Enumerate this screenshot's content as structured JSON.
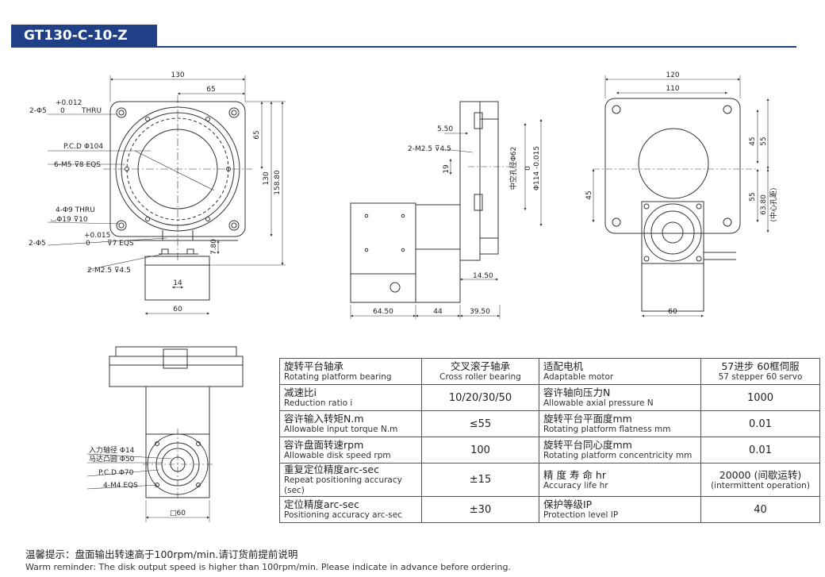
{
  "model": "GT130-C-10-Z",
  "front_view": {
    "dims": [
      "130",
      "65",
      "65",
      "130",
      "158.80",
      "7.80",
      "14",
      "60"
    ],
    "callouts": [
      {
        "main": "2-Φ5",
        "tol_upper": "+0.012",
        "tol_lower": "0",
        "note": "THRU"
      },
      {
        "main": "P.C.D Φ104"
      },
      {
        "main": "6-M5 ⊽8 EQS"
      },
      {
        "main": "4-Φ9 THRU"
      },
      {
        "main": "⌴Φ19 ⊽10"
      },
      {
        "main": "2-Φ5",
        "tol_upper": "+0.015",
        "tol_lower": "0",
        "note": "⊽7 EQS"
      },
      {
        "main": "2-M2.5 ⊽4.5"
      }
    ]
  },
  "side_view": {
    "dims": [
      "5.50",
      "19",
      "中空孔径Φ62",
      "0",
      "Φ114 -0.015",
      "14.50",
      "64.50",
      "44",
      "39.50"
    ],
    "callouts": [
      "2-M2.5 ⊽4.5"
    ]
  },
  "rear_view": {
    "dims": [
      "120",
      "110",
      "45",
      "55",
      "55",
      "63.80",
      "(中心孔距)",
      "45",
      "60"
    ]
  },
  "bottom_view": {
    "callouts": [
      "入力轴径 Φ14",
      "马达凸圆 Φ50",
      "P.C.D Φ70",
      "4-M4 EQS"
    ],
    "dims": [
      "□60"
    ]
  },
  "spec_table": [
    [
      {
        "zh": "旋转平台轴承",
        "en": "Rotating platform bearing"
      },
      {
        "zh": "交叉滚子轴承",
        "en": "Cross roller bearing"
      },
      {
        "zh": "适配电机",
        "en": "Adaptable motor"
      },
      {
        "zh": "57进步 60框伺服",
        "en": "57 stepper 60 servo"
      }
    ],
    [
      {
        "zh": "减速比i",
        "en": "Reduction ratio i"
      },
      {
        "zh": "10/20/30/50",
        "en": ""
      },
      {
        "zh": "容许轴向压力N",
        "en": "Allowable axial pressure N"
      },
      {
        "zh": "1000",
        "en": ""
      }
    ],
    [
      {
        "zh": "容许输入转矩N.m",
        "en": "Allowable input torque N.m"
      },
      {
        "zh": "≤55",
        "en": ""
      },
      {
        "zh": "旋转平台平面度mm",
        "en": "Rotating platform flatness mm"
      },
      {
        "zh": "0.01",
        "en": ""
      }
    ],
    [
      {
        "zh": "容许盘面转速rpm",
        "en": "Allowable disk speed rpm"
      },
      {
        "zh": "100",
        "en": ""
      },
      {
        "zh": "旋转平台同心度mm",
        "en": "Rotating platform concentricity mm"
      },
      {
        "zh": "0.01",
        "en": ""
      }
    ],
    [
      {
        "zh": "重复定位精度arc-sec",
        "en": "Repeat positioning accuracy (sec)"
      },
      {
        "zh": "±15",
        "en": ""
      },
      {
        "zh": "精 度 寿 命 hr",
        "en": "Accuracy life hr"
      },
      {
        "zh": "20000 (间歇运转)",
        "en": "(intermittent operation)"
      }
    ],
    [
      {
        "zh": "定位精度arc-sec",
        "en": "Positioning accuracy arc-sec"
      },
      {
        "zh": "±30",
        "en": ""
      },
      {
        "zh": "保护等级IP",
        "en": "Protection level IP"
      },
      {
        "zh": "40",
        "en": ""
      }
    ]
  ],
  "notice": {
    "zh": "温馨提示：盘面输出转速高于100rpm/min.请订货前提前说明",
    "en": "Warm reminder: The disk output speed is higher than 100rpm/min. Please indicate in advance before ordering."
  }
}
